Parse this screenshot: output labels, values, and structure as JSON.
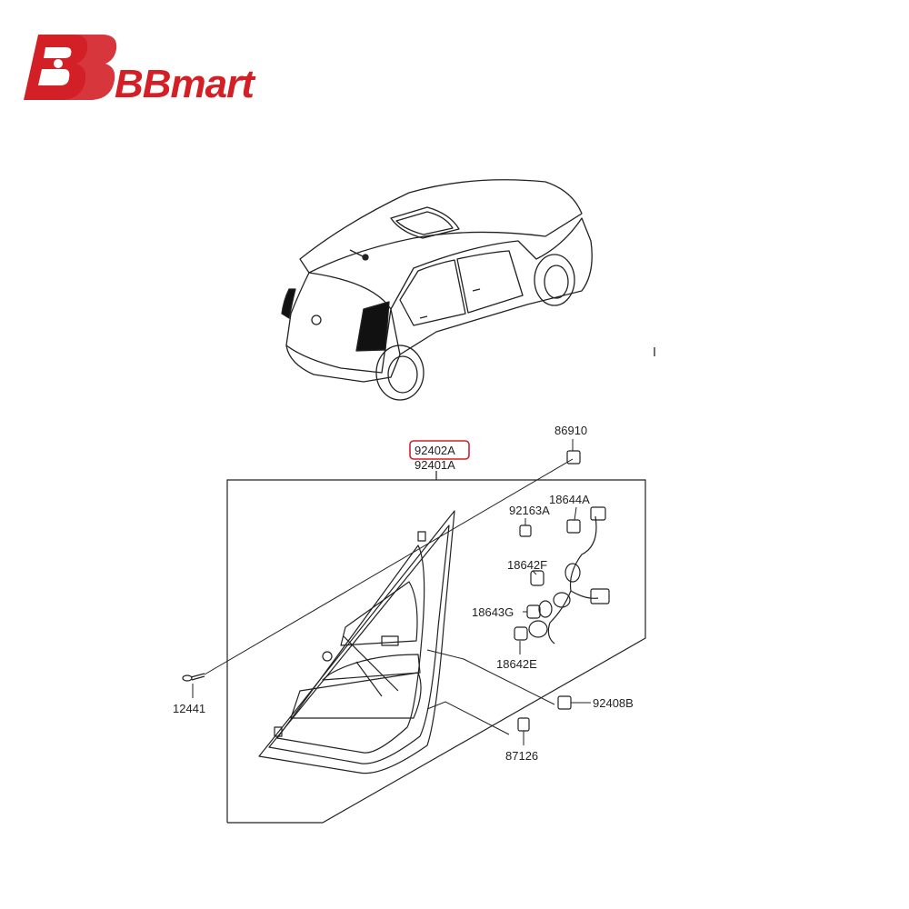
{
  "brand": {
    "name": "BBmart",
    "color": "#d32027"
  },
  "diagram": {
    "highlight_color": "#d32027",
    "parts": {
      "p92402A": "92402A",
      "p92401A": "92401A",
      "p86910": "86910",
      "p92163A": "92163A",
      "p18644A": "18644A",
      "p18642F": "18642F",
      "p18643G": "18643G",
      "p18642E": "18642E",
      "p12441": "12441",
      "p92408B": "92408B",
      "p87126": "87126"
    },
    "highlighted_part": "92402A"
  }
}
